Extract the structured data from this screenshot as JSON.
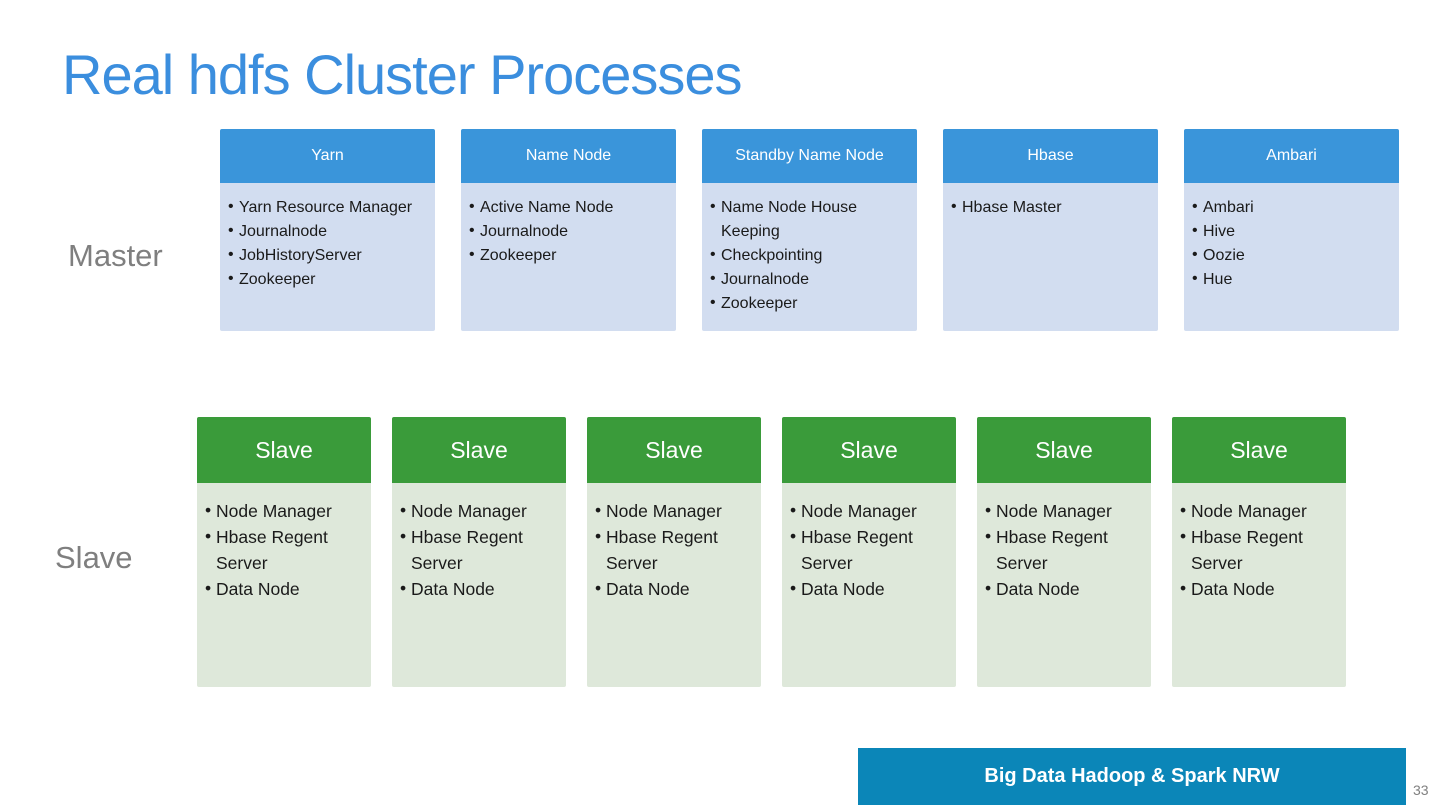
{
  "slide": {
    "title": "Real hdfs Cluster Processes",
    "footer_banner": "Big Data Hadoop & Spark NRW",
    "page_number": "33"
  },
  "colors": {
    "title_blue": "#3b8ede",
    "master_header_bg": "#3a95da",
    "master_body_bg": "#d2ddf0",
    "slave_header_bg": "#3a9b3a",
    "slave_body_bg": "#dee8da",
    "banner_bg": "#0b86b8",
    "row_label_gray": "#7f7f7f"
  },
  "master_row": {
    "label": "Master",
    "boxes": [
      {
        "title": "Yarn",
        "items": [
          "Yarn Resource Manager",
          "Journalnode",
          "JobHistoryServer",
          "Zookeeper"
        ]
      },
      {
        "title": "Name Node",
        "items": [
          "Active Name Node",
          "Journalnode",
          "Zookeeper"
        ]
      },
      {
        "title": "Standby Name Node",
        "items": [
          "Name Node House Keeping",
          "Checkpointing",
          "Journalnode",
          "Zookeeper"
        ]
      },
      {
        "title": "Hbase",
        "items": [
          "Hbase Master"
        ]
      },
      {
        "title": "Ambari",
        "items": [
          "Ambari",
          "Hive",
          "Oozie",
          "Hue"
        ]
      }
    ]
  },
  "slave_row": {
    "label": "Slave",
    "boxes": [
      {
        "title": "Slave",
        "items": [
          "Node Manager",
          "Hbase Regent Server",
          "Data Node"
        ]
      },
      {
        "title": "Slave",
        "items": [
          "Node Manager",
          "Hbase Regent Server",
          "Data Node"
        ]
      },
      {
        "title": "Slave",
        "items": [
          "Node Manager",
          "Hbase Regent Server",
          "Data Node"
        ]
      },
      {
        "title": "Slave",
        "items": [
          "Node Manager",
          "Hbase Regent Server",
          "Data Node"
        ]
      },
      {
        "title": "Slave",
        "items": [
          "Node Manager",
          "Hbase Regent Server",
          "Data Node"
        ]
      },
      {
        "title": "Slave",
        "items": [
          "Node Manager",
          "Hbase Regent Server",
          "Data Node"
        ]
      }
    ]
  }
}
